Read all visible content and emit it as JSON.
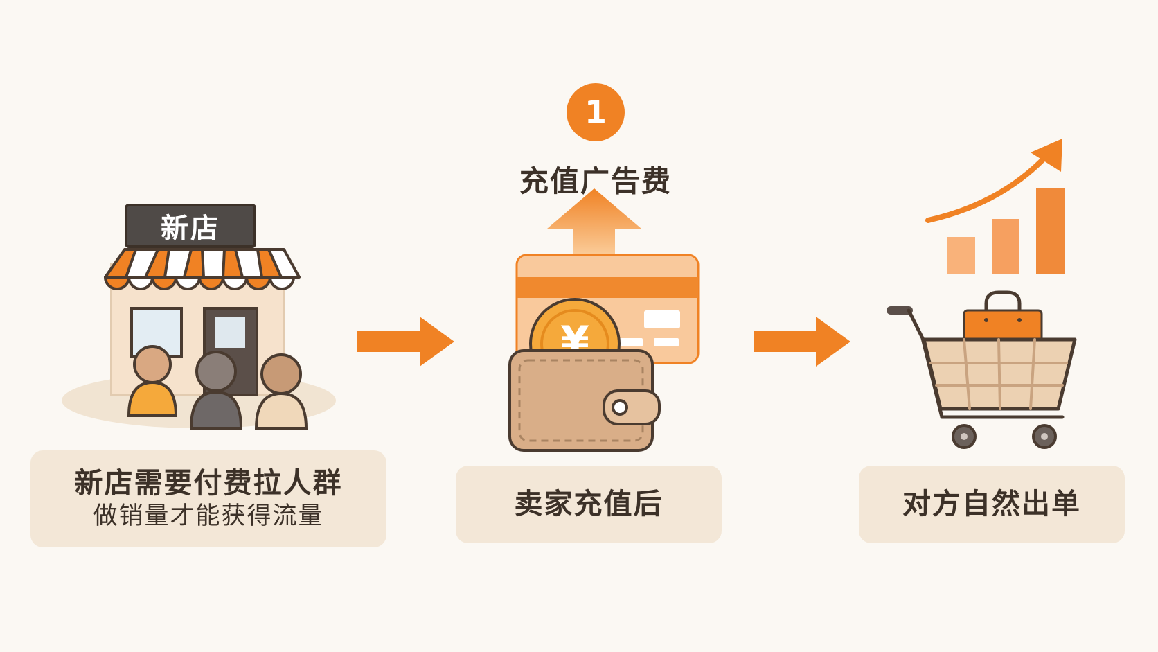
{
  "colors": {
    "accent": "#f08224",
    "accent_light": "#f9b27a",
    "outline": "#4a3b30",
    "caption_bg": "#f3e7d7",
    "background": "#fbf8f3"
  },
  "store": {
    "sign_text": "新店",
    "caption_main": "新店需要付费拉人群",
    "caption_sub": "做销量才能获得流量"
  },
  "recharge": {
    "step_number": "1",
    "step_title": "充值广告费",
    "coin_symbol": "¥",
    "caption": "卖家充值后"
  },
  "orders": {
    "caption": "对方自然出单"
  },
  "icons": [
    "storefront-icon",
    "crowd-icon",
    "arrow-right-icon",
    "wallet-icon",
    "coin-icon",
    "credit-card-icon",
    "up-arrow-icon",
    "bar-chart-icon",
    "trend-arrow-icon",
    "shopping-cart-icon",
    "shopping-bag-icon"
  ]
}
